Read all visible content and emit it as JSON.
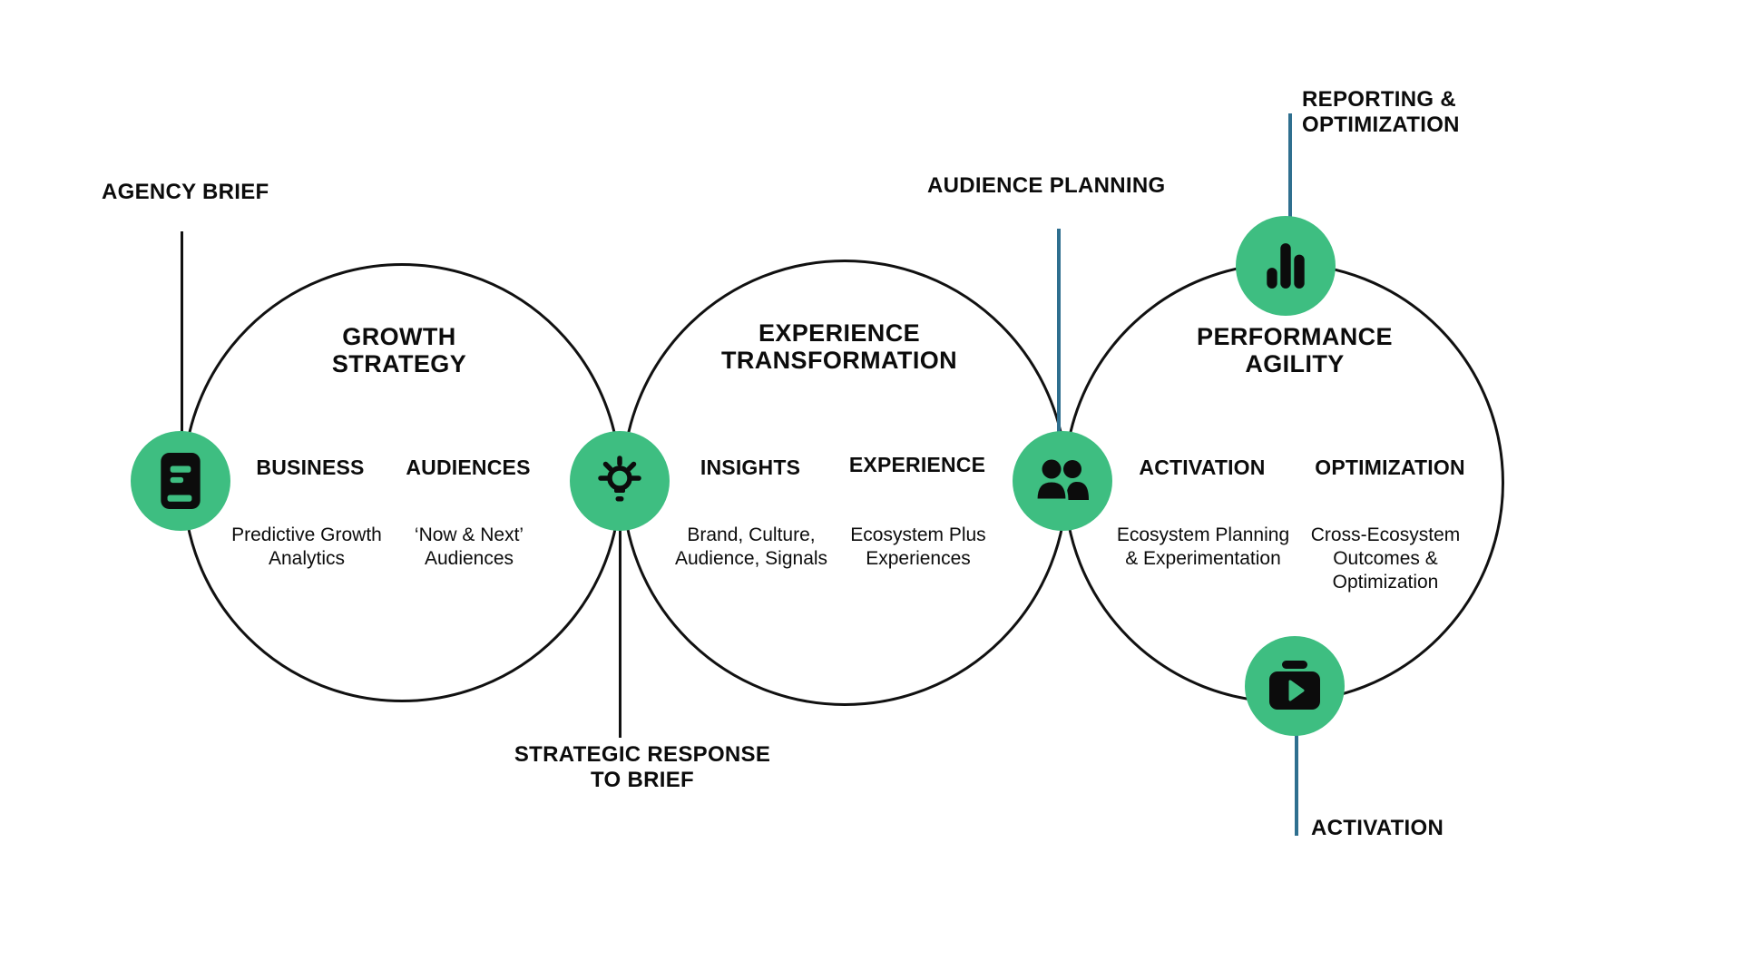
{
  "colors": {
    "green": "#3ebe81",
    "teal": "#2f6f8f",
    "ink": "#0c0c0c",
    "bg": "#ffffff"
  },
  "callouts": {
    "agency_brief": "AGENCY BRIEF",
    "reporting_optimization": "REPORTING &\nOPTIMIZATION",
    "audience_planning": "AUDIENCE PLANNING",
    "strategic_response": "STRATEGIC RESPONSE\nTO BRIEF",
    "activation": "ACTIVATION"
  },
  "icons": {
    "agency_brief": "book-icon",
    "strategic_response": "lightbulb-icon",
    "audience_planning": "people-icon",
    "reporting_optimization": "bar-chart-icon",
    "activation": "video-play-icon"
  },
  "stages": [
    {
      "title": "GROWTH\nSTRATEGY",
      "columns": [
        {
          "header": "BUSINESS",
          "body": "Predictive Growth\nAnalytics"
        },
        {
          "header": "AUDIENCES",
          "body": "‘Now & Next’\nAudiences"
        }
      ]
    },
    {
      "title": "EXPERIENCE\nTRANSFORMATION",
      "columns": [
        {
          "header": "INSIGHTS",
          "body": "Brand, Culture,\nAudience, Signals"
        },
        {
          "header": "EXPERIENCE",
          "body": "Ecosystem Plus\nExperiences"
        }
      ]
    },
    {
      "title": "PERFORMANCE\nAGILITY",
      "columns": [
        {
          "header": "ACTIVATION",
          "body": "Ecosystem Planning\n& Experimentation"
        },
        {
          "header": "OPTIMIZATION",
          "body": "Cross-Ecosystem\nOutcomes &\nOptimization"
        }
      ]
    }
  ]
}
